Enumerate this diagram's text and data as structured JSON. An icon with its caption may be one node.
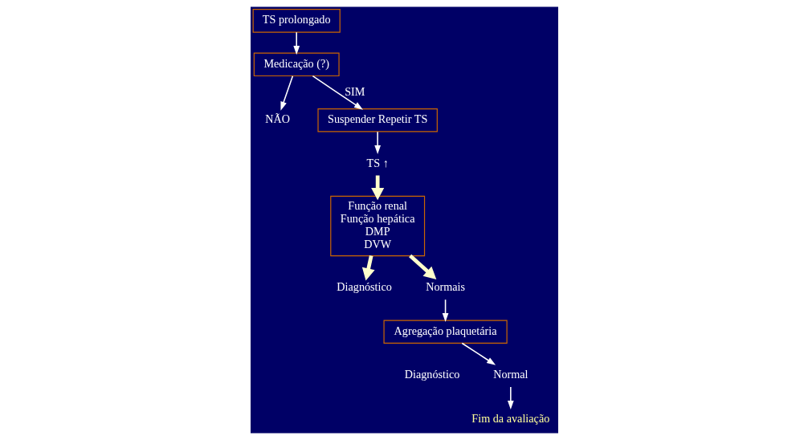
{
  "diagram": {
    "nodes": [
      {
        "text": [
          "TS prolongado"
        ]
      },
      {
        "text": [
          "Medicação (?)"
        ]
      },
      {
        "text": [
          "NÃO"
        ]
      },
      {
        "text": [
          "Suspender Repetir TS"
        ]
      },
      {
        "text": [
          "TS ↑"
        ]
      },
      {
        "text": [
          "Função renal",
          "Função hepática",
          "DMP",
          "DVW"
        ]
      },
      {
        "text": [
          "Diagnóstico"
        ]
      },
      {
        "text": [
          "Normais"
        ]
      },
      {
        "text": [
          "Agregação plaquetária"
        ],
        "beside": [
          "Diagnóstico"
        ]
      },
      {
        "text": [
          "Normal"
        ]
      },
      {
        "text": [
          "Fim da avaliação"
        ]
      }
    ],
    "edges": [
      {
        "from": 0,
        "to": 1,
        "arrow": "to"
      },
      {
        "from": 1,
        "to": 2,
        "arrow": "to"
      },
      {
        "from": 1,
        "to": 3,
        "arrow": "to",
        "label": "SIM"
      },
      {
        "from": 3,
        "to": 4,
        "arrow": "to"
      },
      {
        "from": 4,
        "to": 5,
        "arrow": "to",
        "style": "thick",
        "color": "#ffffcc"
      },
      {
        "from": 5,
        "to": 6,
        "arrow": "to",
        "style": "thick",
        "color": "#ffffcc"
      },
      {
        "from": 5,
        "to": 7,
        "arrow": "to",
        "style": "thick",
        "color": "#ffffcc"
      },
      {
        "from": 7,
        "to": 8,
        "arrow": "to"
      },
      {
        "from": 8,
        "to": 9,
        "arrow": "to"
      },
      {
        "from": 9,
        "to": 10,
        "arrow": "to"
      }
    ]
  }
}
